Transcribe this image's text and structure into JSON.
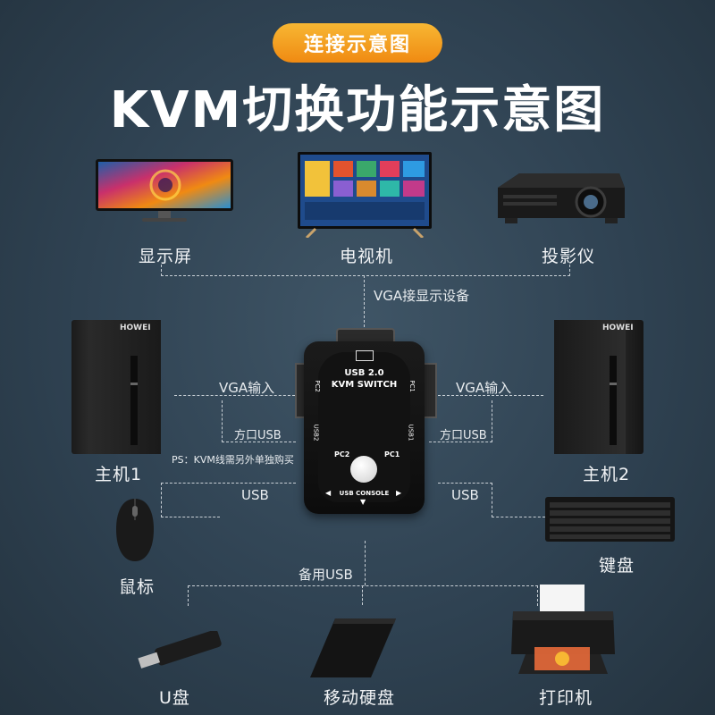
{
  "header": {
    "pill": "连接示意图",
    "title": "KVM切换功能示意图"
  },
  "devices": {
    "monitor": "显示屏",
    "tv": "电视机",
    "projector": "投影仪",
    "pc1": "主机1",
    "pc2": "主机2",
    "mouse": "鼠标",
    "keyboard": "键盘",
    "udisk": "U盘",
    "hdd": "移动硬盘",
    "printer": "打印机"
  },
  "connections": {
    "vga_display": "VGA接显示设备",
    "vga_in_left": "VGA输入",
    "usb_port_left": "方口USB",
    "vga_in_right": "VGA输入",
    "usb_port_right": "方口USB",
    "usb_left": "USB",
    "usb_right": "USB",
    "backup_usb": "备用USB",
    "ps_note": "PS：KVM线需另外单独购买"
  },
  "kvm": {
    "line1": "USB 2.0",
    "line2": "KVM SWITCH",
    "pc2": "PC2",
    "pc1": "PC1",
    "console": "USB CONSOLE",
    "side_pc2": "PC2",
    "side_pc1": "PC1",
    "side_usb2": "USB2",
    "side_usb1": "USB1"
  },
  "brand": "HOWEI",
  "colors": {
    "accent": "#f08a12",
    "bg": "#2f4252"
  }
}
